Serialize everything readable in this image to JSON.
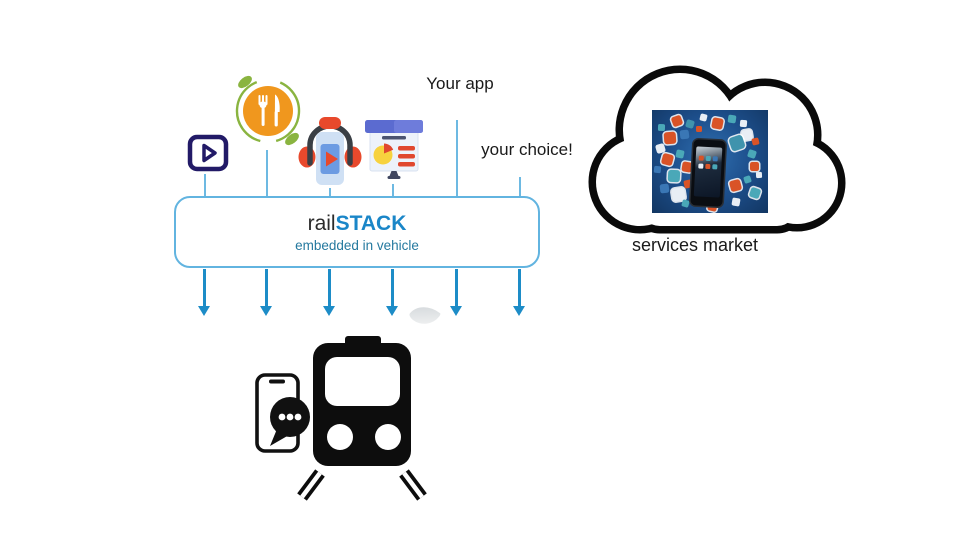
{
  "diagram": {
    "your_app_label": "Your app",
    "your_choice_label": "your choice!",
    "services_market_label": "services market",
    "stack_box": {
      "title_rail": "rail",
      "title_stack": "STACK",
      "subtitle": "embedded in vehicle"
    },
    "app_icons": [
      {
        "name": "video-player-icon"
      },
      {
        "name": "dining-icon"
      },
      {
        "name": "audio-media-icon"
      },
      {
        "name": "presentation-chart-icon"
      }
    ],
    "bottom_icons": [
      {
        "name": "train-icon"
      },
      {
        "name": "phone-chat-icon"
      }
    ],
    "cloud": {
      "name": "services-cloud",
      "image": "app-icons-burst-phone"
    },
    "colors": {
      "arrow_blue": "#1d8cc7",
      "box_border": "#62b4e0",
      "stack_blue": "#1a86c8",
      "subtitle_teal": "#25799f",
      "rail_dark": "#2b2b2b",
      "cloud_outline": "#0a0a0a",
      "icon_navy": "#221a67",
      "icon_orange": "#f0971e",
      "icon_green": "#8ab440",
      "icon_red": "#e8492c"
    }
  }
}
